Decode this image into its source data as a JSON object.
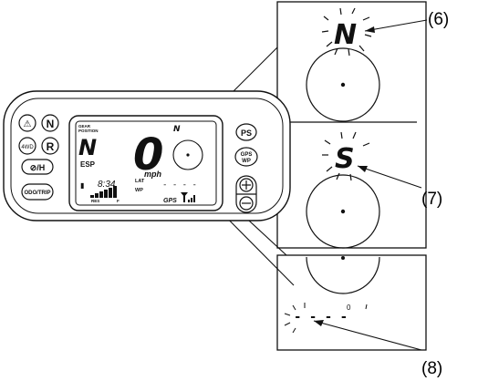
{
  "callouts": {
    "c6": "(6)",
    "c7": "(7)",
    "c8": "(8)"
  },
  "panel_buttons_left": [
    {
      "id": "seatbelt",
      "label": ""
    },
    {
      "id": "n",
      "label": "N"
    },
    {
      "id": "awd",
      "label": "4WD"
    },
    {
      "id": "r",
      "label": "R"
    },
    {
      "id": "mode",
      "label": "⊘/H"
    },
    {
      "id": "odo",
      "label": "ODO/TRIP"
    }
  ],
  "panel_buttons_right": [
    {
      "id": "ps",
      "label": "PS"
    },
    {
      "id": "gpswp",
      "label_line1": "GPS",
      "label_line2": "WP"
    }
  ],
  "display": {
    "gear_label_1": "GEAR",
    "gear_label_2": "POSITION",
    "gear": "N",
    "esp": "ESP",
    "speed": "0",
    "unit": "mph",
    "clock": "8:34",
    "lat": "LAT",
    "wp": "WP",
    "res": "RES",
    "f": "F",
    "gps": "GPS",
    "dashes": "- - - -",
    "compass_small": "N"
  },
  "insets": {
    "top_letter": "N",
    "middle_letter": "S",
    "bottom_dashes": "- - - -",
    "bottom_small_mark": "0"
  }
}
